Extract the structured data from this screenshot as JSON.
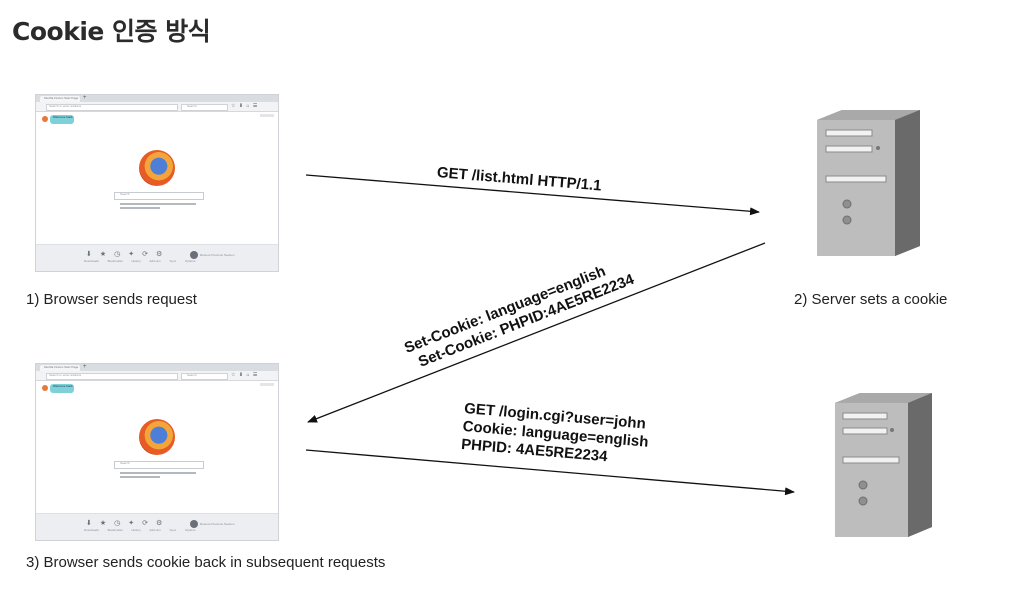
{
  "title": "Cookie 인증 방식",
  "steps": {
    "step1": "1) Browser sends request",
    "step2": "2) Server sets a cookie",
    "step3": "3) Browser sends cookie back in subsequent requests"
  },
  "arrows": {
    "request1": "GET /list.html HTTP/1.1",
    "response": [
      "Set-Cookie: language=english",
      "Set-Cookie: PHPID:4AE5RE2234"
    ],
    "request2": [
      "GET /login.cgi?user=john",
      "Cookie: language=english",
      "PHPID: 4AE5RE2234"
    ]
  },
  "browser": {
    "tab_label": "Mozilla Firefox Start Page",
    "url_placeholder": "Search or enter address",
    "search_placeholder": "Search",
    "page_search_placeholder": "Search",
    "bubble_text": "Welcome back",
    "icons": [
      "download-icon",
      "bookmark-icon",
      "history-icon",
      "addons-icon",
      "sync-icon",
      "options-icon"
    ],
    "footer_labels": "Downloads Bookmarks History Add-ons Sync Options",
    "footer_extra": "Restore Previous Session"
  },
  "colors": {
    "arrow": "#111111",
    "server_body": "#8c8c8c",
    "server_front": "#b7b7b7"
  }
}
